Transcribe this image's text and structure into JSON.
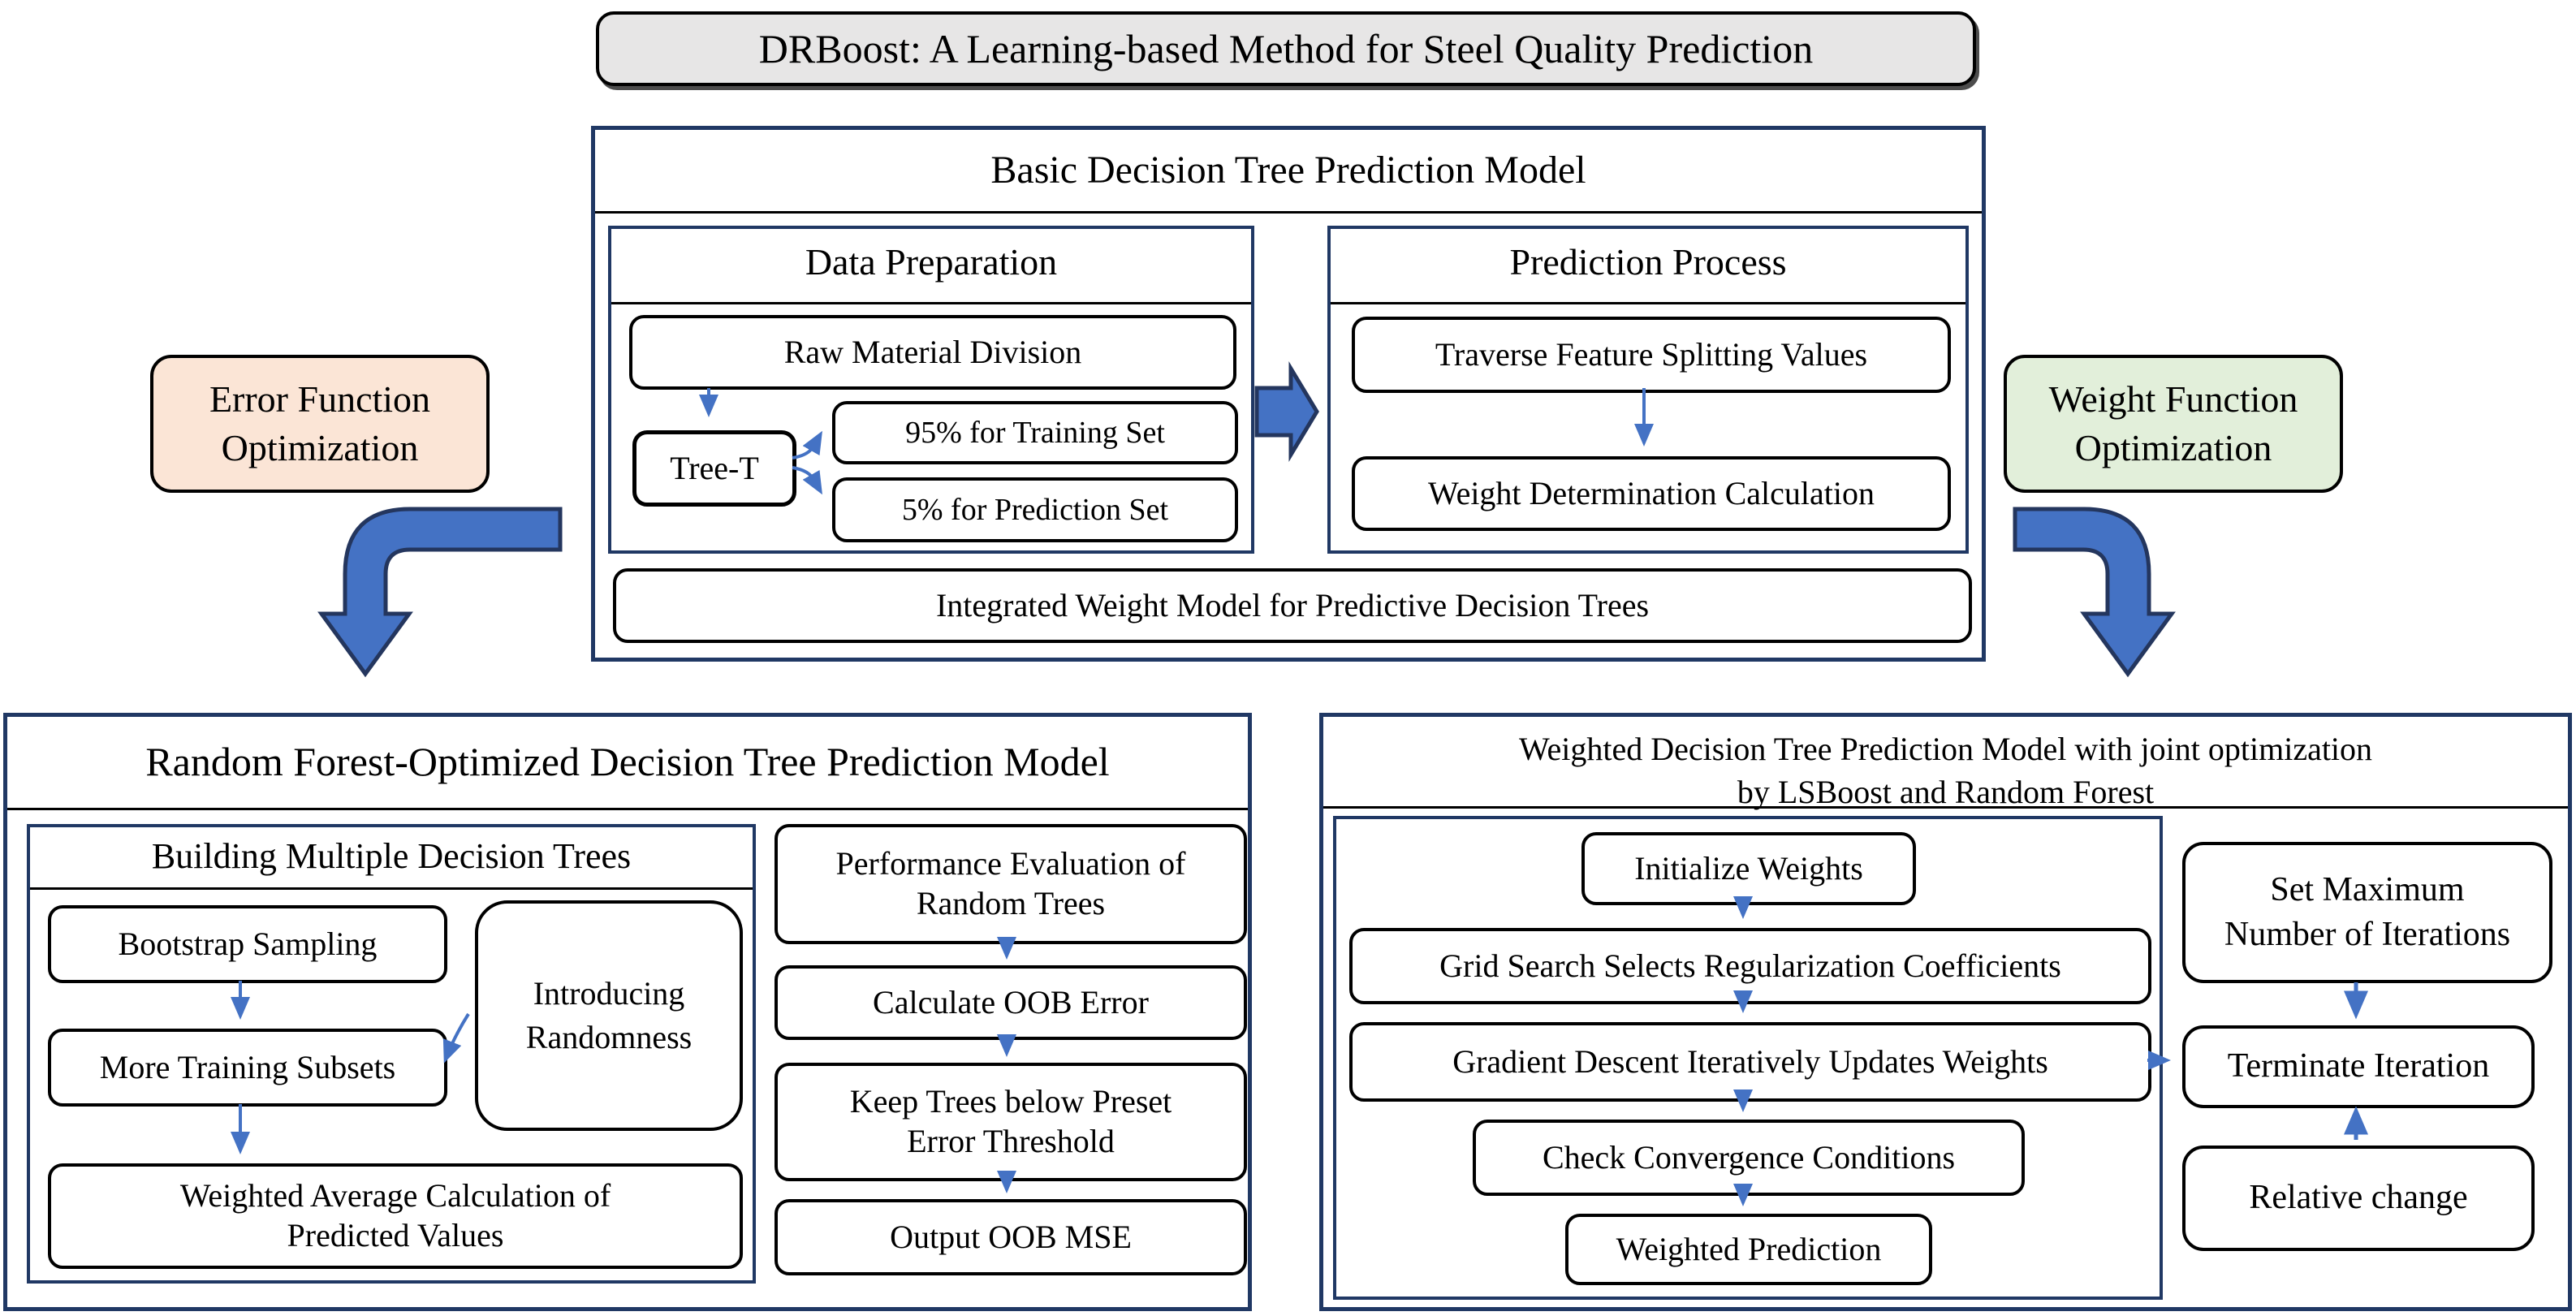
{
  "title": "DRBoost: A Learning-based Method for Steel Quality Prediction",
  "basic_model": {
    "title": "Basic Decision Tree Prediction Model",
    "data_preparation": {
      "title": "Data Preparation",
      "raw_material": "Raw Material Division",
      "tree": "Tree-T",
      "training": "95% for Training Set",
      "prediction": "5% for Prediction Set"
    },
    "prediction_process": {
      "title": "Prediction Process",
      "traverse": "Traverse Feature Splitting Values",
      "weight_calc": "Weight Determination Calculation"
    },
    "integrated": "Integrated Weight Model for Predictive Decision Trees"
  },
  "error_optimization": {
    "lines": [
      "Error Function",
      "Optimization"
    ]
  },
  "weight_optimization": {
    "lines": [
      "Weight Function",
      "Optimization"
    ]
  },
  "random_forest_model": {
    "title": "Random Forest-Optimized Decision Tree Prediction Model",
    "building": {
      "title": "Building Multiple Decision Trees",
      "bootstrap": "Bootstrap Sampling",
      "introducing": {
        "lines": [
          "Introducing",
          "Randomness"
        ]
      },
      "more_training": "More Training Subsets",
      "weighted_average": {
        "lines": [
          "Weighted Average Calculation of",
          "Predicted Values"
        ]
      }
    },
    "evaluation": {
      "performance": {
        "lines": [
          "Performance Evaluation of",
          "Random Trees"
        ]
      },
      "calculate": "Calculate OOB Error",
      "keep": {
        "lines": [
          "Keep Trees below Preset",
          "Error Threshold"
        ]
      },
      "output": "Output OOB MSE"
    }
  },
  "weighted_model": {
    "title_lines": [
      "Weighted Decision Tree Prediction Model with joint optimization",
      "by LSBoost and Random Forest"
    ],
    "steps": {
      "initialize": "Initialize Weights",
      "grid_search": "Grid Search Selects Regularization Coefficients",
      "gradient_descent": "Gradient Descent Iteratively Updates Weights",
      "check_convergence": "Check Convergence Conditions",
      "weighted_prediction": "Weighted Prediction"
    },
    "termination": {
      "set_maximum": {
        "lines": [
          "Set Maximum",
          "Number of Iterations"
        ]
      },
      "terminate": "Terminate Iteration",
      "relative_change": "Relative change"
    }
  },
  "colors": {
    "container_border": "#203864",
    "box_border": "#000000",
    "arrow_blue": "#4472c4",
    "arrow_outline": "#24365e",
    "title_fill": "#e7e6e6",
    "error_fill": "#fbe5d6",
    "weight_fill": "#e2efda",
    "background": "#ffffff"
  }
}
